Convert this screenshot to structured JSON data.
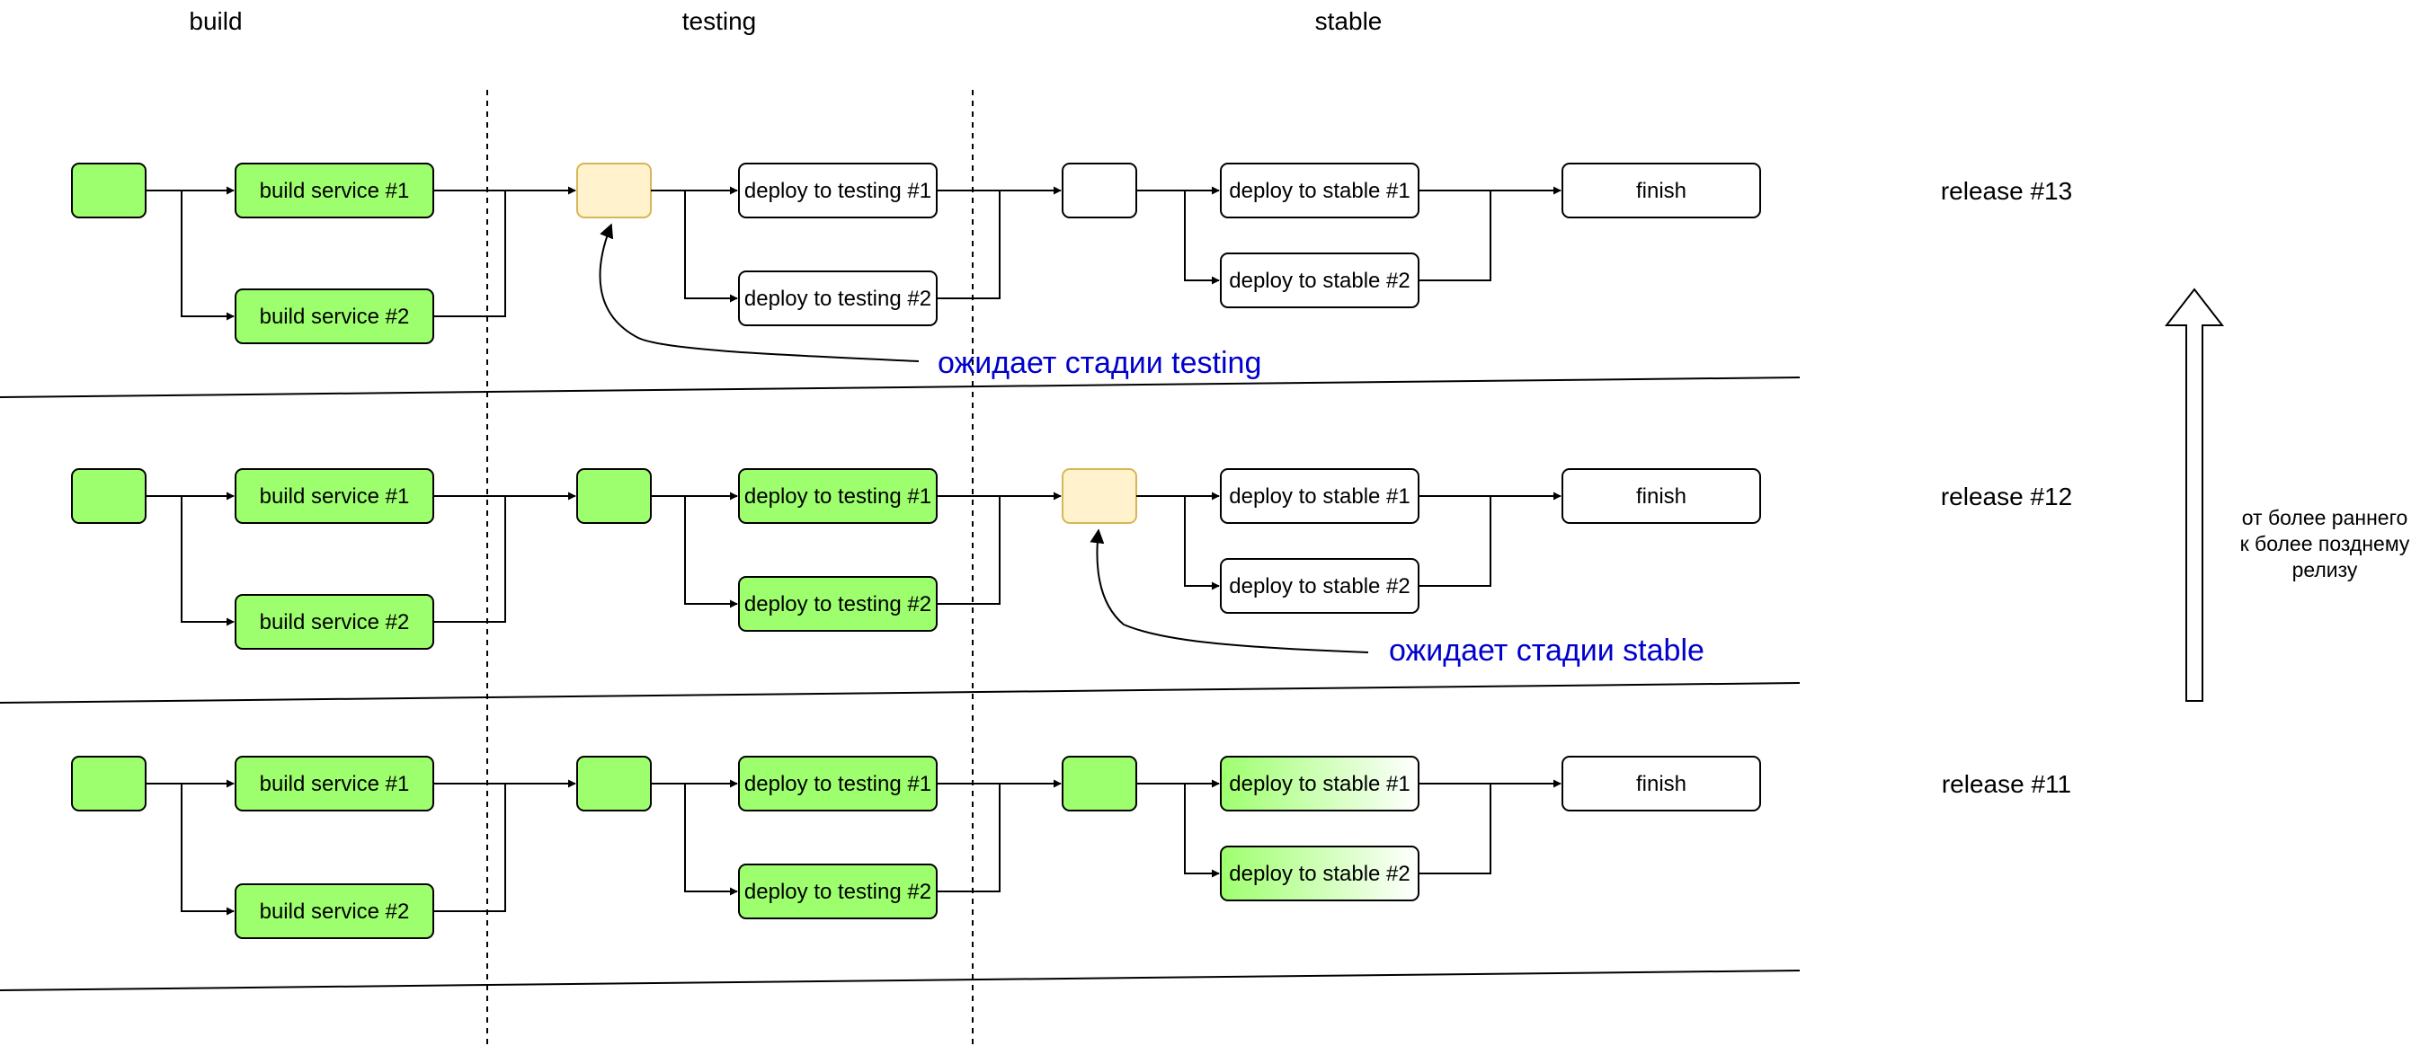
{
  "stages": [
    "build",
    "testing",
    "stable"
  ],
  "colors": {
    "done": "#9EFF6E",
    "waiting_fill": "#FFF2CC",
    "waiting_stroke": "#D6B656",
    "pending": "#FFFFFF",
    "note": "#0000CC"
  },
  "releases": [
    {
      "label": "release #13",
      "build1": "build service #1",
      "build1_state": "done",
      "build2": "build service #2",
      "build2_state": "done",
      "start_state": "done",
      "gate1_state": "waiting",
      "test1": "deploy to testing #1",
      "test1_state": "pending",
      "test2": "deploy to testing #2",
      "test2_state": "pending",
      "gate2_state": "pending",
      "stable1": "deploy to stable #1",
      "stable1_state": "pending",
      "stable2": "deploy to stable #2",
      "stable2_state": "pending",
      "finish": "finish"
    },
    {
      "label": "release #12",
      "build1": "build service #1",
      "build1_state": "done",
      "build2": "build service #2",
      "build2_state": "done",
      "start_state": "done",
      "gate1_state": "done",
      "test1": "deploy to testing #1",
      "test1_state": "done",
      "test2": "deploy to testing #2",
      "test2_state": "done",
      "gate2_state": "waiting",
      "stable1": "deploy to stable #1",
      "stable1_state": "pending",
      "stable2": "deploy to stable #2",
      "stable2_state": "pending",
      "finish": "finish"
    },
    {
      "label": "release #11",
      "build1": "build service #1",
      "build1_state": "done",
      "build2": "build service #2",
      "build2_state": "done",
      "start_state": "done",
      "gate1_state": "done",
      "test1": "deploy to testing #1",
      "test1_state": "done",
      "test2": "deploy to testing #2",
      "test2_state": "done",
      "gate2_state": "done",
      "stable1": "deploy to stable #1",
      "stable1_state": "in-progress",
      "stable2": "deploy to stable #2",
      "stable2_state": "in-progress",
      "finish": "finish"
    }
  ],
  "notes": {
    "waiting_testing": "ожидает стадии testing",
    "waiting_stable": "ожидает стадии stable"
  },
  "side_note": [
    "от более раннего",
    "к более позднему",
    "релизу"
  ]
}
